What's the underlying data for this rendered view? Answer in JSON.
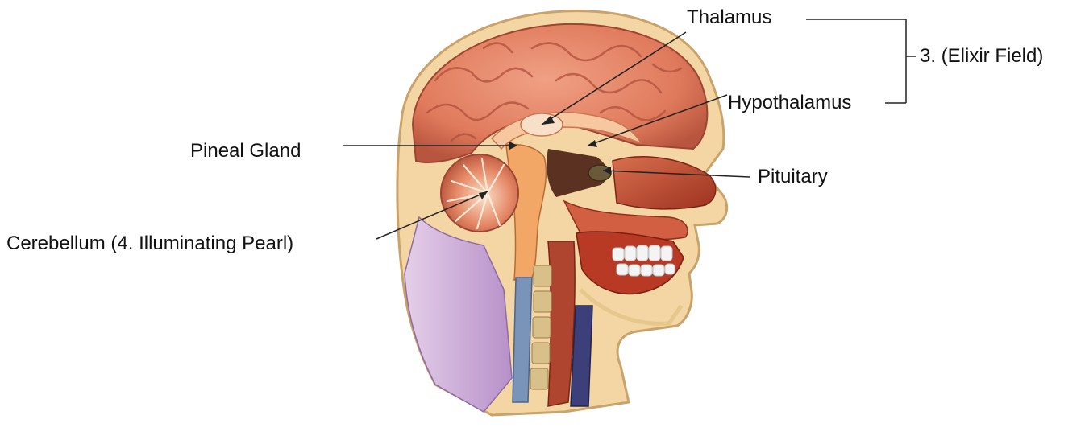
{
  "labels": {
    "thalamus": "Thalamus",
    "hypothalamus": "Hypothalamus",
    "elixir_field": "3. (Elixir Field)",
    "pineal_gland": "Pineal Gland",
    "pituitary": "Pituitary",
    "cerebellum": "Cerebellum (4. Illuminating Pearl)"
  },
  "colors": {
    "brain": "#e8866a",
    "brain_shadow": "#b8553e",
    "skull": "#f3d6a4",
    "neck_muscle": "#c9a4d8",
    "spine": "#d9c08a",
    "tongue": "#b83a24",
    "brainstem": "#f2a766",
    "teeth": "#f4f4f4",
    "leader_line": "#222222"
  }
}
